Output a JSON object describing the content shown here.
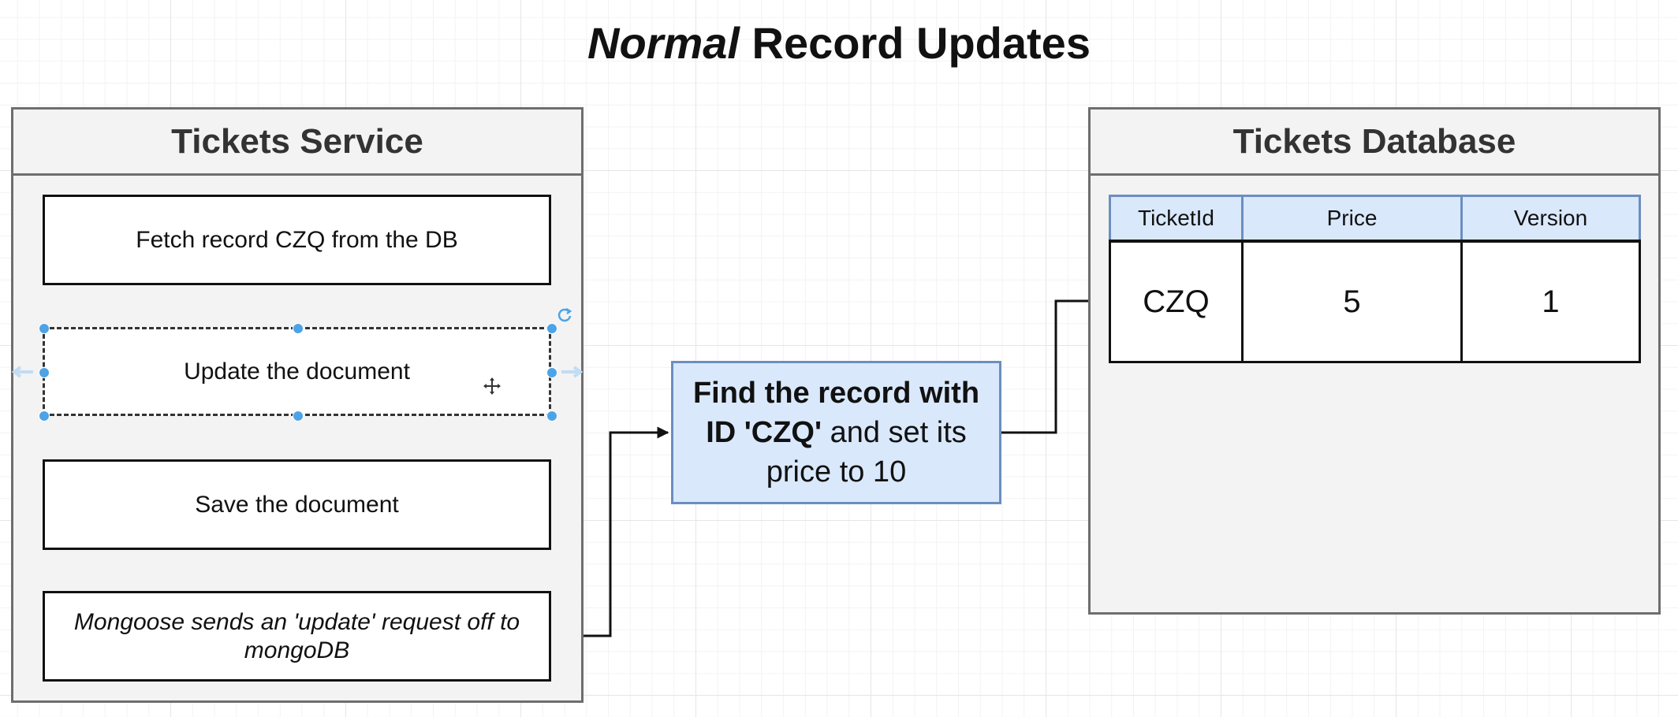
{
  "title": {
    "emphasis": "Normal",
    "rest": "Record Updates"
  },
  "tickets_service": {
    "header": "Tickets Service",
    "steps": [
      {
        "label": "Fetch record CZQ from the DB"
      },
      {
        "label": "Update the document"
      },
      {
        "label": "Save the document"
      },
      {
        "label": "Mongoose sends an 'update' request off to mongoDB"
      }
    ]
  },
  "query": {
    "bold_part": "Find the record with ID 'CZQ'",
    "normal_part": " and set its price to 10"
  },
  "tickets_database": {
    "header": "Tickets Database",
    "columns": [
      "TicketId",
      "Price",
      "Version"
    ],
    "rows": [
      {
        "ticket_id": "CZQ",
        "price": "5",
        "version": "1"
      }
    ]
  },
  "icons": {
    "move": "move-cursor-icon",
    "rotate": "rotate-handle-icon"
  },
  "colors": {
    "query_fill": "#dae8fc",
    "query_border": "#6c8ebf",
    "selection": "#4da3e6"
  }
}
